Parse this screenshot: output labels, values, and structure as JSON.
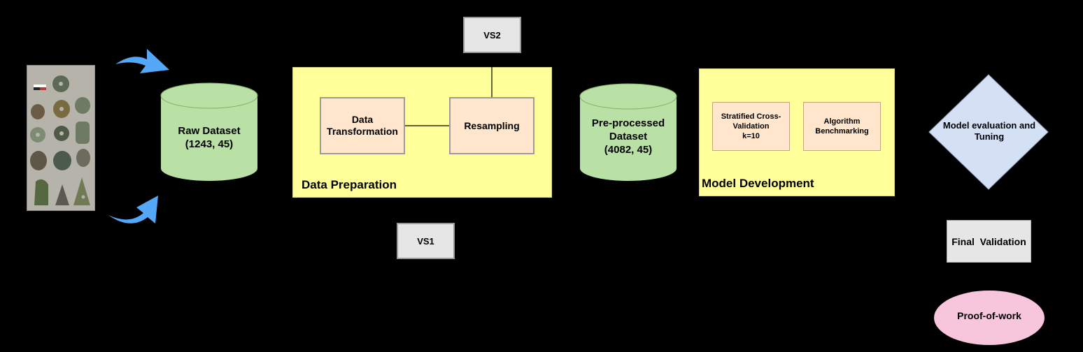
{
  "raw_dataset": {
    "line1": "Raw Dataset",
    "line2": "(1243, 45)"
  },
  "data_preparation": {
    "title": "Data Preparation",
    "transformation_line1": "Data",
    "transformation_line2": "Transformation",
    "resampling": "Resampling"
  },
  "vs2": "VS2",
  "vs1": "VS1",
  "preprocessed_dataset": {
    "line1": "Pre-processed",
    "line2": "Dataset",
    "line3": "(4082, 45)"
  },
  "model_development": {
    "title": "Model Development",
    "cv_line1": "Stratified Cross-",
    "cv_line2": "Validation",
    "cv_line3": "k=10",
    "bench_line1": "Algorithm",
    "bench_line2": "Benchmarking"
  },
  "model_evaluation": {
    "line1": "Model evaluation and",
    "line2": "Tuning"
  },
  "final_validation": "Final  Validation",
  "proof_of_work": "Proof-of-work",
  "colors": {
    "background": "#000000",
    "arrow_blue": "#55a8f8",
    "cylinder_green": "#b9e0a5",
    "panel_yellow": "#ffff99",
    "process_peach": "#ffe6cc",
    "diamond_blue": "#d4e1f5",
    "ellipse_pink": "#f8c6dc",
    "gray_box": "#e6e6e6"
  }
}
